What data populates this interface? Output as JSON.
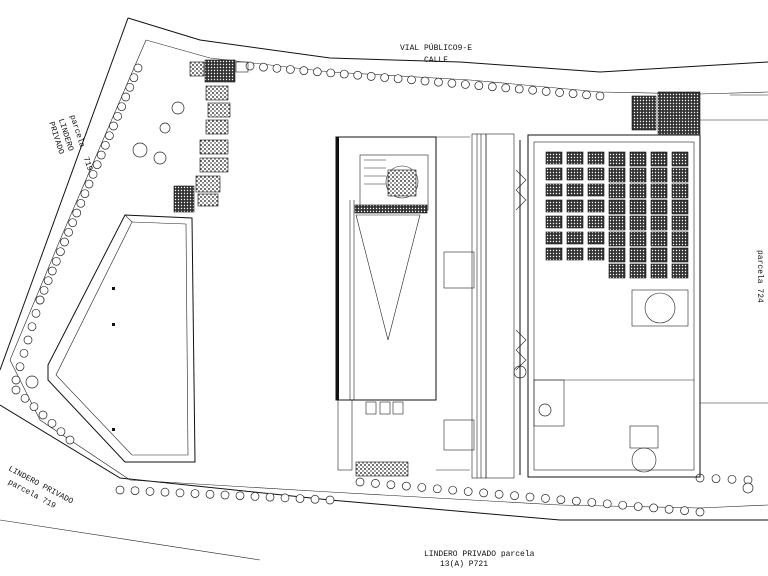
{
  "labels": {
    "road_line1": "VIAL PÚBLICO9-E",
    "road_line2": "CALLE",
    "left_boundary_line1": "LINDERO",
    "left_boundary_line2": "PRIVADO",
    "left_boundary_line3": "parcela",
    "left_boundary_line4": "719",
    "bottom_left_line1": "LINDERO PRIVADO",
    "bottom_left_line2": "parcela 719",
    "bottom_line1": "LINDERO PRIVADO parcela",
    "bottom_line2": "13(A) P721",
    "right_boundary": "parcela 724"
  }
}
